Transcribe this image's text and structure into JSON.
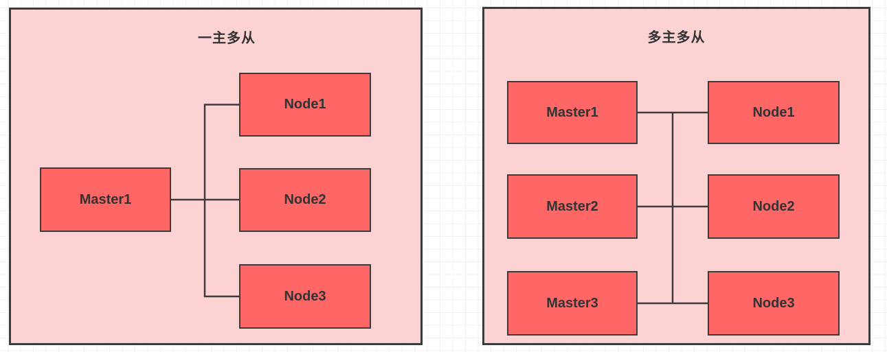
{
  "colors": {
    "canvas_bg": "#ffffff",
    "grid_line": "#f0f0f0",
    "panel_fill": "#fcd2d2",
    "node_fill": "#ff6666",
    "stroke": "#3b3b3b",
    "text": "#333333"
  },
  "panels": [
    {
      "title": "一主多从",
      "masters": [
        "Master1"
      ],
      "nodes": [
        "Node1",
        "Node2",
        "Node3"
      ],
      "topology": "single-master-fanout",
      "connections": [
        {
          "from": "Master1",
          "to": "Node1"
        },
        {
          "from": "Master1",
          "to": "Node2"
        },
        {
          "from": "Master1",
          "to": "Node3"
        }
      ]
    },
    {
      "title": "多主多从",
      "masters": [
        "Master1",
        "Master2",
        "Master3"
      ],
      "nodes": [
        "Node1",
        "Node2",
        "Node3"
      ],
      "topology": "shared-bus",
      "connections": [
        {
          "from": "Master1",
          "to": "Node1"
        },
        {
          "from": "Master2",
          "to": "Node2"
        },
        {
          "from": "Master3",
          "to": "Node3"
        },
        {
          "bus": "vertical trunk linking all three rows"
        }
      ]
    }
  ]
}
